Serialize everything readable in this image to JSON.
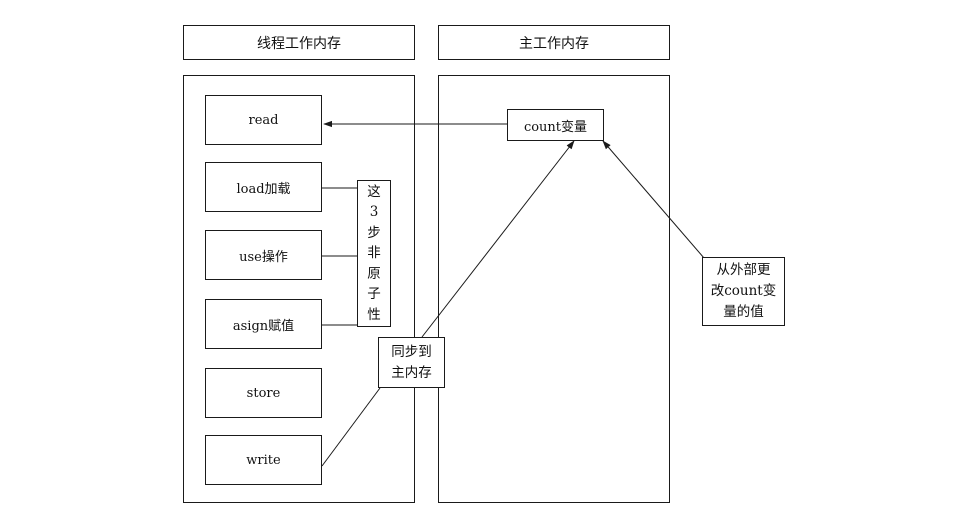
{
  "headers": {
    "thread_memory": "线程工作内存",
    "main_memory": "主工作内存"
  },
  "thread_steps": [
    "read",
    "load加载",
    "use操作",
    "asign赋值",
    "store",
    "write"
  ],
  "main_memory_var": "count变量",
  "non_atomic_note": [
    "这",
    "3",
    "步",
    "非",
    "原",
    "子",
    "性"
  ],
  "sync_note": [
    "同步到",
    "主内存"
  ],
  "external_change_note": [
    "从外部更",
    "改count变",
    "量的值"
  ]
}
